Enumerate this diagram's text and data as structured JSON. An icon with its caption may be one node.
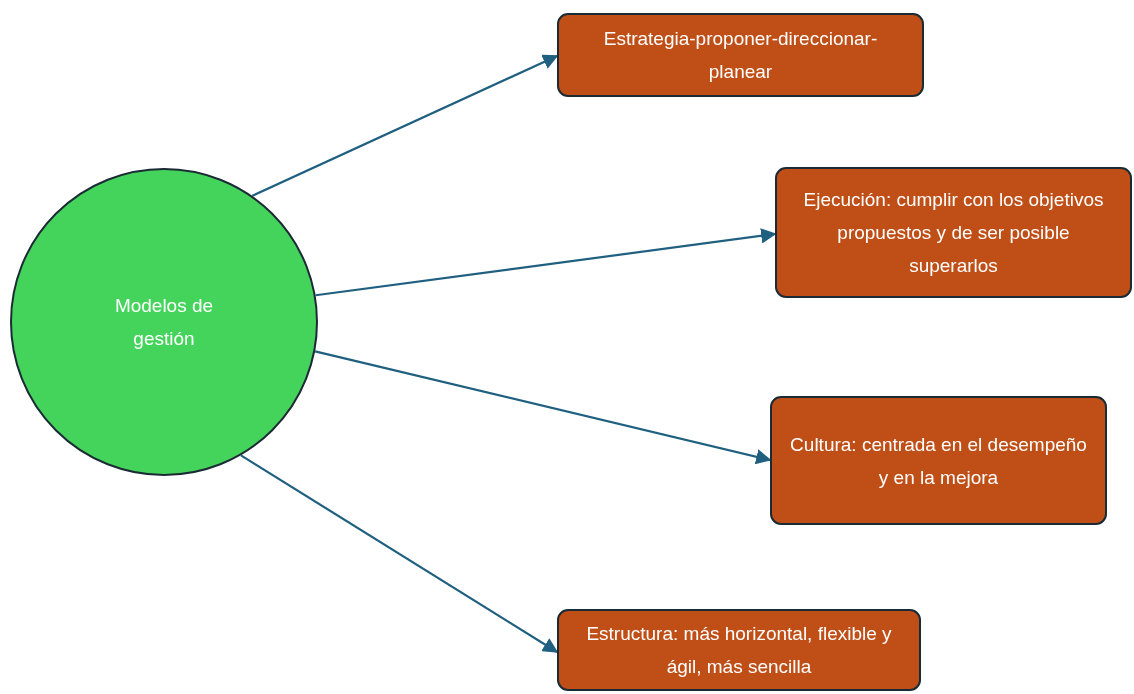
{
  "diagram": {
    "nodes": [
      {
        "text": [
          "Modelos de gestión"
        ]
      },
      {
        "text": [
          "Estrategia-proponer-direccionar-planear"
        ]
      },
      {
        "text": [
          "Ejecución: cumplir con los objetivos propuestos y de ser posible superarlos"
        ]
      },
      {
        "text": [
          "Cultura: centrada en el desempeño y en la mejora"
        ]
      },
      {
        "text": [
          "Estructura: más horizontal, flexible y ágil, más sencilla"
        ]
      }
    ],
    "edges": [
      {
        "from": 0,
        "to": 1,
        "arrow": "to"
      },
      {
        "from": 0,
        "to": 2,
        "arrow": "to"
      },
      {
        "from": 0,
        "to": 3,
        "arrow": "to"
      },
      {
        "from": 0,
        "to": 4,
        "arrow": "to"
      }
    ]
  }
}
